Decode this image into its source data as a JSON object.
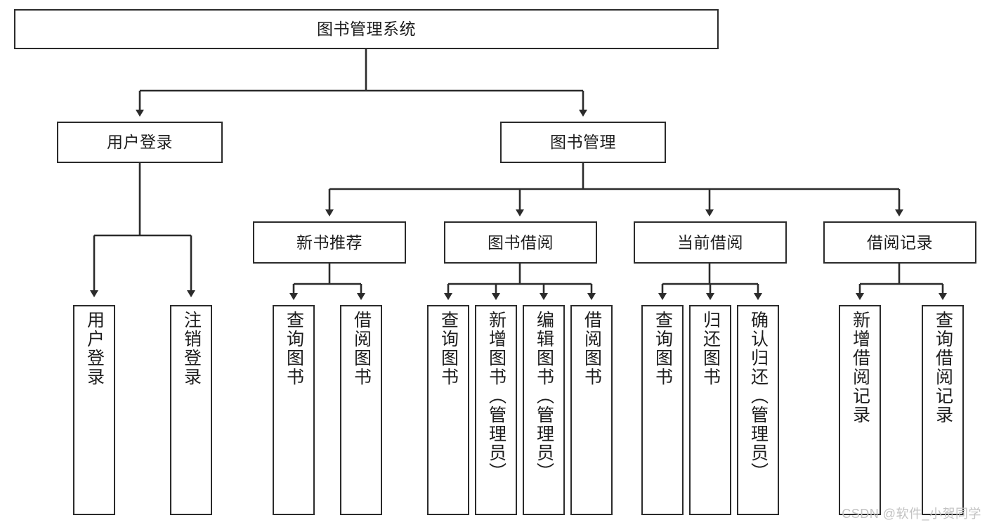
{
  "diagram": {
    "title": "图书管理系统",
    "type": "tree-hierarchy",
    "root": {
      "id": "root",
      "label": "图书管理系统"
    },
    "level1": [
      {
        "id": "login",
        "label": "用户登录"
      },
      {
        "id": "bookmgmt",
        "label": "图书管理"
      }
    ],
    "level2": [
      {
        "id": "newbook",
        "label": "新书推荐",
        "parent": "bookmgmt"
      },
      {
        "id": "borrow",
        "label": "图书借阅",
        "parent": "bookmgmt"
      },
      {
        "id": "current",
        "label": "当前借阅",
        "parent": "bookmgmt"
      },
      {
        "id": "records",
        "label": "借阅记录",
        "parent": "bookmgmt"
      }
    ],
    "leaves": [
      {
        "id": "leaf-user-login",
        "label": "用户登录",
        "parent": "login"
      },
      {
        "id": "leaf-user-logout",
        "label": "注销登录",
        "parent": "login"
      },
      {
        "id": "leaf-new-query",
        "label": "查询图书",
        "parent": "newbook"
      },
      {
        "id": "leaf-new-borrow",
        "label": "借阅图书",
        "parent": "newbook"
      },
      {
        "id": "leaf-borrow-query",
        "label": "查询图书",
        "parent": "borrow"
      },
      {
        "id": "leaf-borrow-add",
        "label": "新增图书（管理员）",
        "parent": "borrow"
      },
      {
        "id": "leaf-borrow-edit",
        "label": "编辑图书（管理员）",
        "parent": "borrow"
      },
      {
        "id": "leaf-borrow-lend",
        "label": "借阅图书",
        "parent": "borrow"
      },
      {
        "id": "leaf-cur-query",
        "label": "查询图书",
        "parent": "current"
      },
      {
        "id": "leaf-cur-return",
        "label": "归还图书",
        "parent": "current"
      },
      {
        "id": "leaf-cur-confirm",
        "label": "确认归还（管理员）",
        "parent": "current"
      },
      {
        "id": "leaf-rec-add",
        "label": "新增借阅记录",
        "parent": "records"
      },
      {
        "id": "leaf-rec-query",
        "label": "查询借阅记录",
        "parent": "records"
      }
    ]
  },
  "watermark": {
    "text": "CSDN @软件_小贺同学"
  },
  "colors": {
    "stroke": "#2b2b2b",
    "fill": "#ffffff",
    "text": "#1d1d1d",
    "watermark": "#c2c2c2"
  }
}
